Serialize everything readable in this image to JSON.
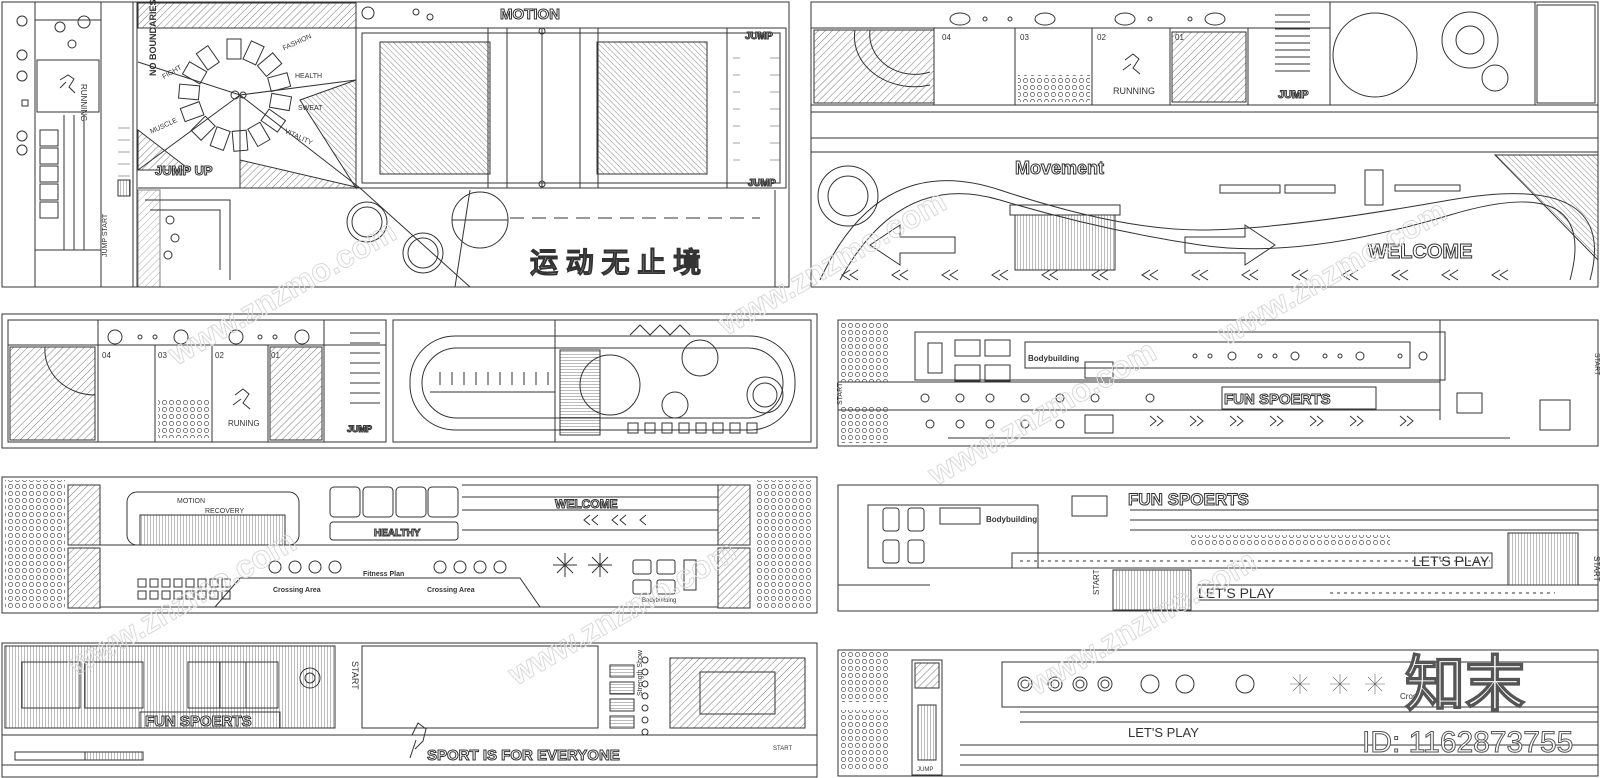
{
  "panels": {
    "p1": {
      "motion": "MOTION",
      "jump": "JUMP",
      "jump_up": "JUMP UP",
      "jump_start": "JUMP START",
      "no_boundaries": "NO BOUNDARIES",
      "running": "RUNNING",
      "words": [
        "FIGHT",
        "FASHION",
        "HEALTH",
        "SWEAT",
        "VITALITY",
        "MUSCLE"
      ],
      "cn": "运 动 无 止 境"
    },
    "p2": {
      "numbers": [
        "04",
        "03",
        "02",
        "01"
      ],
      "running": "RUNNING",
      "jump": "JUMP",
      "movement": "Movement",
      "welcome": "WELCOME"
    },
    "p3": {
      "numbers": [
        "04",
        "03",
        "02",
        "01"
      ],
      "runing": "RUNING",
      "jump": "JUMP"
    },
    "p5": {
      "bodybuilding": "Bodybuilding",
      "fun": "FUN SPOERTS",
      "start": "START"
    },
    "p6": {
      "motion": "MOTION",
      "recovery": "RECOVERY",
      "welcome": "WELCOME",
      "healthy": "HEALTHY",
      "fitness_plan": "Fitness Plan",
      "crossing": "Crossing Area",
      "bodybuilding": "Bodybuilding"
    },
    "p7": {
      "fun": "FUN SPOERTS",
      "bodybuilding": "Bodybuilding",
      "lets_play": "LET'S PLAY",
      "start": "START"
    },
    "p8": {
      "start": "START",
      "fun": "FUN SPOERTS",
      "strength": "Strength Show",
      "sport": "SPORT IS FOR EVERYONE"
    },
    "p9": {
      "lets_play": "LET'S PLAY",
      "jump": "JUMP",
      "cross": "Cross"
    }
  },
  "watermark": {
    "brand": "知末",
    "id": "ID: 1162873755",
    "url": "www.znzmo.com"
  },
  "colors": {
    "line": "#333333",
    "background": "#ffffff",
    "watermark": "#d9d9d9"
  }
}
